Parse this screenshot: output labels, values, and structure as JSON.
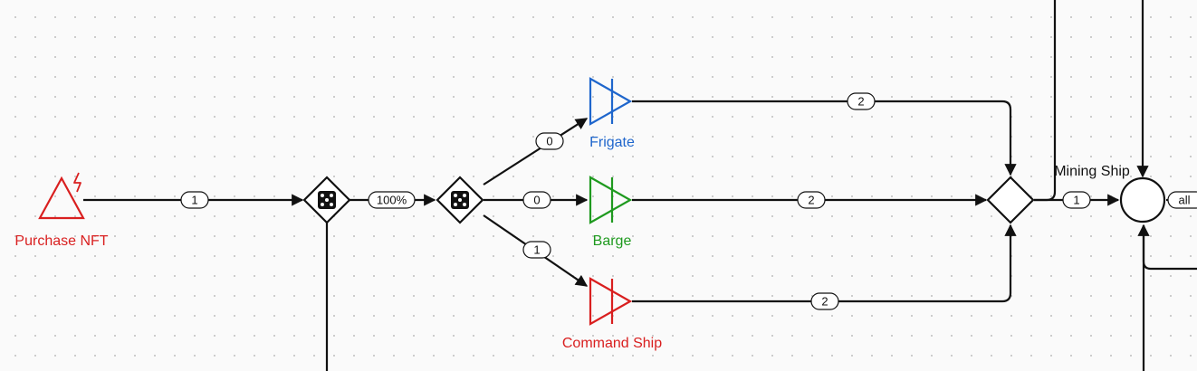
{
  "nodes": {
    "source": {
      "label": "Purchase NFT",
      "color": "#d91f1f"
    },
    "converter_frigate": {
      "label": "Frigate",
      "color": "#1f66cc"
    },
    "converter_barge": {
      "label": "Barge",
      "color": "#1f9a1f"
    },
    "converter_command": {
      "label": "Command Ship",
      "color": "#d91f1f"
    },
    "pool": {
      "label": "Mining Ship"
    }
  },
  "edge_labels": {
    "source_to_gate1": "1",
    "gate1_to_gate2": "100%",
    "gate2_to_frigate": "0",
    "gate2_to_barge": "0",
    "gate2_to_command": "1",
    "frigate_to_collector": "2",
    "barge_to_collector": "2",
    "command_to_collector": "2",
    "collector_to_pool": "1",
    "pool_out": "all"
  }
}
